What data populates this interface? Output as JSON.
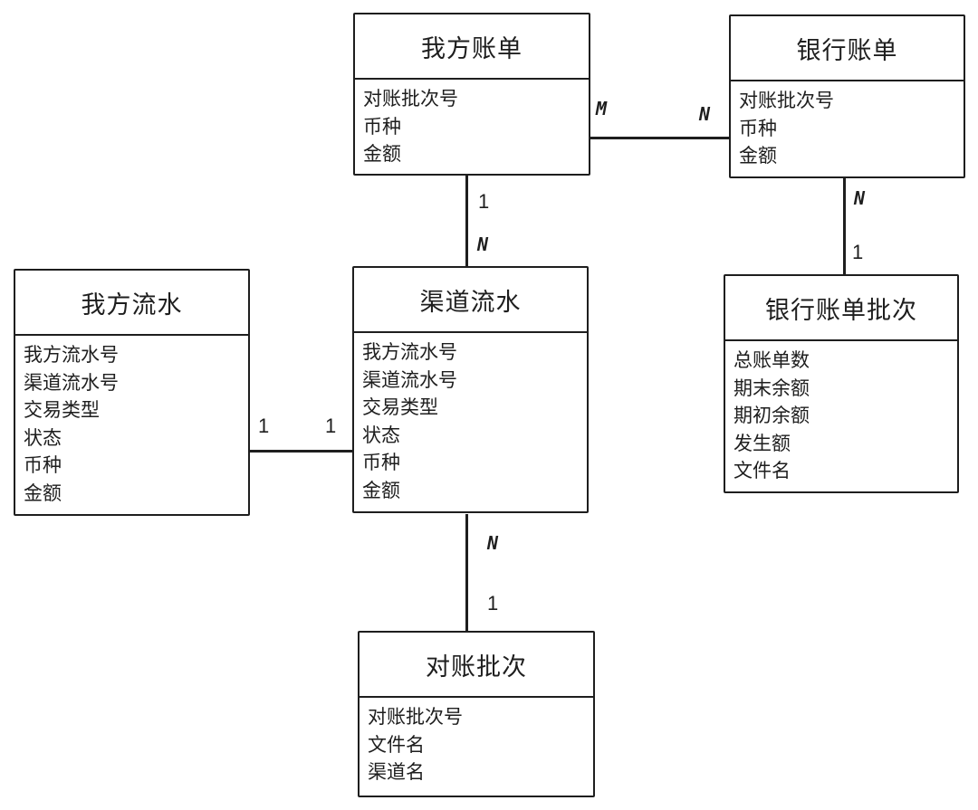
{
  "entities": {
    "our_bill": {
      "title": "我方账单",
      "fields": [
        "对账批次号",
        "币种",
        "金额"
      ]
    },
    "bank_bill": {
      "title": "银行账单",
      "fields": [
        "对账批次号",
        "币种",
        "金额"
      ]
    },
    "our_flow": {
      "title": "我方流水",
      "fields": [
        "我方流水号",
        "渠道流水号",
        "交易类型",
        "状态",
        "币种",
        "金额"
      ]
    },
    "channel_flow": {
      "title": "渠道流水",
      "fields": [
        "我方流水号",
        "渠道流水号",
        "交易类型",
        "状态",
        "币种",
        "金额"
      ]
    },
    "bank_bill_batch": {
      "title": "银行账单批次",
      "fields": [
        "总账单数",
        "期末余额",
        "期初余额",
        "发生额",
        "文件名"
      ]
    },
    "recon_batch": {
      "title": "对账批次",
      "fields": [
        "对账批次号",
        "文件名",
        "渠道名"
      ]
    }
  },
  "relationships": {
    "our_bill_bank_bill": {
      "from": "M",
      "to": "N"
    },
    "our_bill_channel_flow": {
      "from": "1",
      "to": "N"
    },
    "bank_bill_bank_bill_batch": {
      "from": "N",
      "to": "1"
    },
    "our_flow_channel_flow": {
      "from": "1",
      "to": "1"
    },
    "channel_flow_recon_batch": {
      "from": "N",
      "to": "1"
    }
  }
}
